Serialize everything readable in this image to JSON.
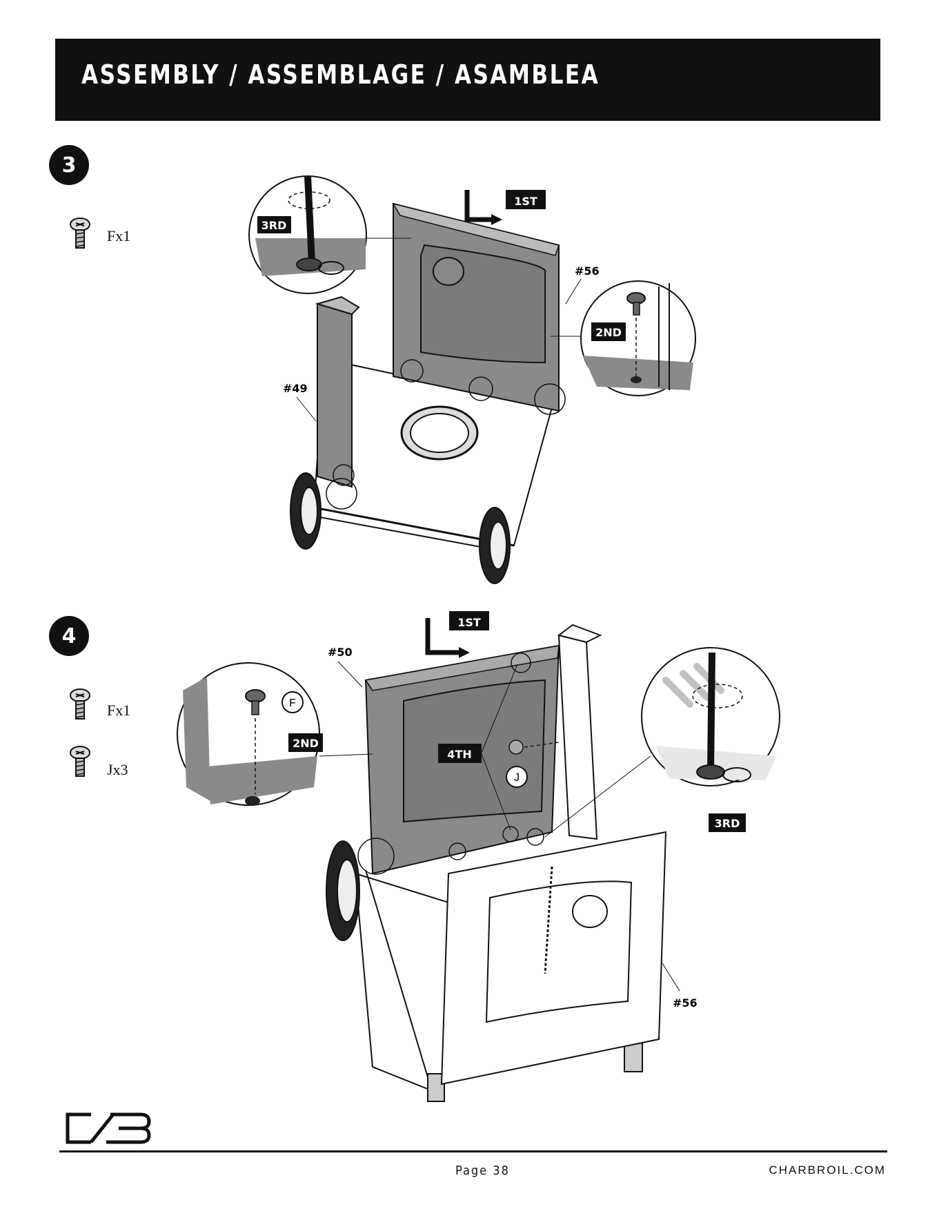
{
  "header": {
    "title": "ASSEMBLY / ASSEMBLAGE / ASAMBLEA"
  },
  "steps": [
    {
      "number": "3",
      "parts": [
        {
          "label": "Fx1"
        }
      ],
      "callouts": {
        "first": "1ST",
        "second": "2ND",
        "third": "3RD",
        "part_56": "#56",
        "part_49": "#49"
      }
    },
    {
      "number": "4",
      "parts": [
        {
          "label": "Fx1"
        },
        {
          "label": "Jx3"
        }
      ],
      "callouts": {
        "first": "1ST",
        "second": "2ND",
        "third": "3RD",
        "fourth": "4TH",
        "part_50": "#50",
        "part_56": "#56",
        "letter_f": "F",
        "letter_j": "J"
      }
    }
  ],
  "footer": {
    "page": "Page 38",
    "site": "CHARBROIL.COM"
  },
  "colors": {
    "band": "#111111",
    "panel": "#8a8a8a",
    "panel_dark": "#5e5e5e"
  }
}
